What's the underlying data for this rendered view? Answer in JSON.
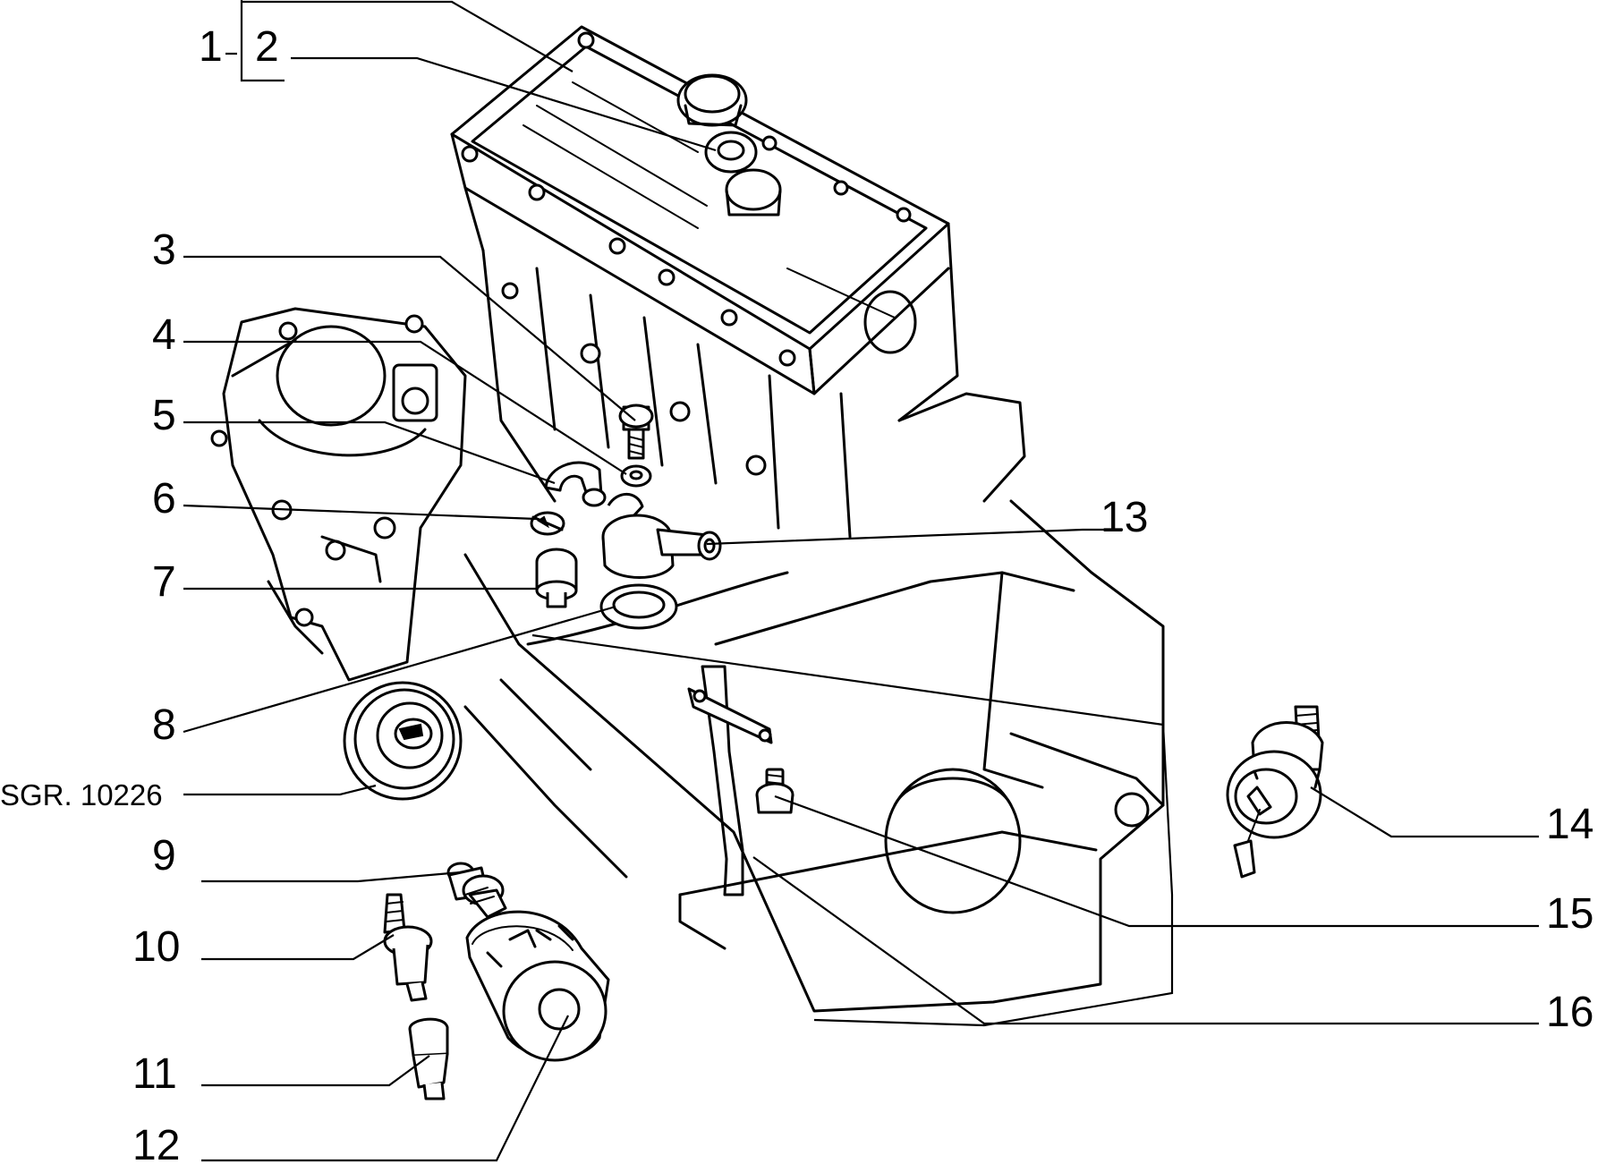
{
  "callouts": {
    "c1": "1",
    "c2": "2",
    "c3": "3",
    "c4": "4",
    "c5": "5",
    "c6": "6",
    "c7": "7",
    "c8": "8",
    "c9": "9",
    "c10": "10",
    "c11": "11",
    "c12": "12",
    "c13": "13",
    "c14": "14",
    "c15": "15",
    "c16": "16"
  },
  "reference": "SGR. 10226"
}
